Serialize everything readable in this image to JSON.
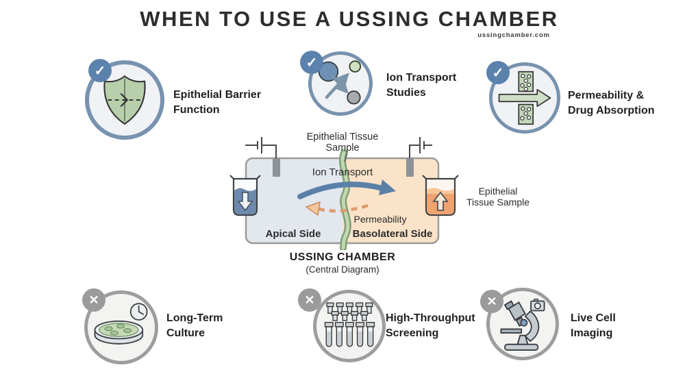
{
  "header": {
    "title": "WHEN TO USE A USSING CHAMBER",
    "watermark": "ussingchamber.com"
  },
  "badges": {
    "check": "✓",
    "x": "✕"
  },
  "suitable_uses": [
    {
      "icon": "shield-barrier-icon",
      "badge": "check",
      "line1": "Epithelial Barrier",
      "line2": "Function"
    },
    {
      "icon": "ion-transport-circles-icon",
      "badge": "check",
      "line1": "Ion Transport",
      "line2": "Studies"
    },
    {
      "icon": "membrane-permeability-icon",
      "badge": "check",
      "line1": "Permeability &",
      "line2": "Drug Absorption"
    }
  ],
  "unsuitable_uses": [
    {
      "icon": "petri-dish-clock-icon",
      "badge": "x",
      "line1": "Long-Term",
      "line2": "Culture"
    },
    {
      "icon": "test-tube-rack-icon",
      "badge": "x",
      "line1": "High-Throughput",
      "line2": "Screening"
    },
    {
      "icon": "microscope-camera-icon",
      "badge": "x",
      "line1": "Live Cell",
      "line2": "Imaging"
    }
  ],
  "diagram": {
    "top_label_line1": "Epithelial Tissue",
    "top_label_line2": "Sample",
    "ion_transport": "Ion Transport",
    "permeability": "Permeability",
    "apical": "Apical Side",
    "basolateral": "Basolateral Side",
    "right_label_line1": "Epithelial",
    "right_label_line2": "Tissue Sample",
    "caption_title": "USSING CHAMBER",
    "caption_subtitle": "(Central Diagram)"
  },
  "colors": {
    "check_badge_blue": "#5b82ad",
    "x_badge_gray": "#9b9b9b",
    "suitable_ring": "#7792ae",
    "unsuitable_ring": "#9d9d9d",
    "apical_side_fill": "#e3e7ee",
    "basolateral_side_fill": "#fae3c9",
    "membrane_green": "#b5cda8",
    "ion_arrow_blue": "#5b80a8",
    "permeability_orange": "#dd9a6b",
    "apical_liquid": "#6d89ab",
    "basolateral_liquid": "#f0a26f"
  }
}
